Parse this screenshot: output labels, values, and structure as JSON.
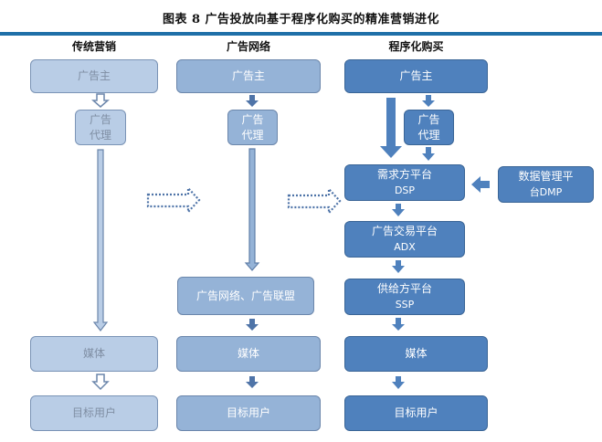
{
  "title": "图表 8  广告投放向基于程序化购买的精准营销进化",
  "columns": [
    {
      "heading": "传统营销",
      "nodes": {
        "advertiser": "广告主",
        "agency_line1": "广告",
        "agency_line2": "代理",
        "media": "媒体",
        "target_users": "目标用户"
      }
    },
    {
      "heading": "广告网络",
      "nodes": {
        "advertiser": "广告主",
        "agency_line1": "广告",
        "agency_line2": "代理",
        "ad_network": "广告网络、广告联盟",
        "media": "媒体",
        "target_users": "目标用户"
      }
    },
    {
      "heading": "程序化购买",
      "nodes": {
        "advertiser": "广告主",
        "agency_line1": "广告",
        "agency_line2": "代理",
        "dsp_line1": "需求方平台",
        "dsp_line2": "DSP",
        "dmp_line1": "数据管理平",
        "dmp_line2": "台DMP",
        "adx_line1": "广告交易平台",
        "adx_line2": "ADX",
        "ssp_line1": "供给方平台",
        "ssp_line2": "SSP",
        "media": "媒体",
        "target_users": "目标用户"
      }
    }
  ],
  "colors": {
    "rule": "#1f6fa8",
    "traditional_fill": "#b9cde6",
    "network_fill": "#95b3d7",
    "programmatic_fill": "#4f81bd"
  }
}
